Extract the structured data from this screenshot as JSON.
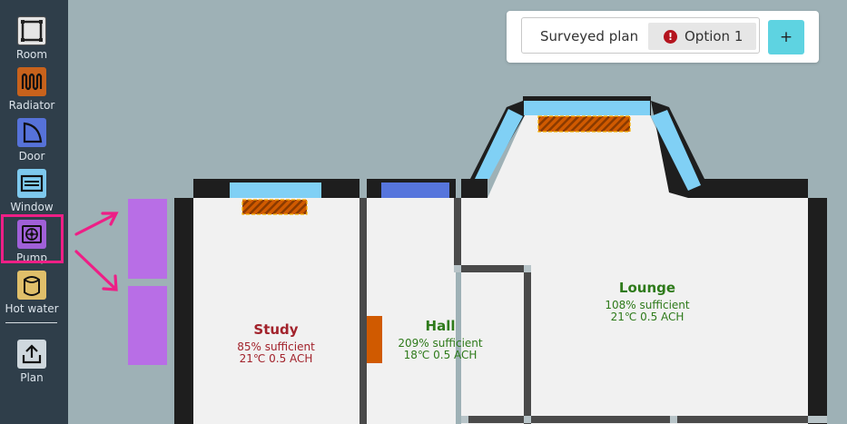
{
  "sidebar": {
    "tools": [
      {
        "label": "Room",
        "icon": "room-icon"
      },
      {
        "label": "Radiator",
        "icon": "radiator-icon"
      },
      {
        "label": "Door",
        "icon": "door-icon"
      },
      {
        "label": "Window",
        "icon": "window-icon"
      },
      {
        "label": "Pump",
        "icon": "pump-icon",
        "selected": true
      },
      {
        "label": "Hot water",
        "icon": "hot-water-icon"
      },
      {
        "label": "Plan",
        "icon": "upload-icon"
      }
    ]
  },
  "toolbar": {
    "plan_name": "Surveyed plan",
    "option_label": "Option 1",
    "warning_glyph": "!",
    "add_label": "+"
  },
  "rooms": {
    "study": {
      "name": "Study",
      "sufficiency": "85% sufficient",
      "details": "21℃  0.5 ACH",
      "color": "#a2222b"
    },
    "hall": {
      "name": "Hall",
      "sufficiency": "209% sufficient",
      "details": "18℃  0.5 ACH",
      "color": "#2e7a1a"
    },
    "lounge": {
      "name": "Lounge",
      "sufficiency": "108% sufficient",
      "details": "21℃  0.5 ACH",
      "color": "#2e7a1a"
    }
  },
  "colors": {
    "canvas_bg": "#9eb1b6",
    "sidebar_bg": "#2f3e4a",
    "wall": "#1e1e1e",
    "window": "#80d0f5",
    "radiator": "#d05a00",
    "pump_placeholder": "#b86ee6",
    "highlight": "#ee1f86",
    "add_button": "#5ed3e1"
  }
}
